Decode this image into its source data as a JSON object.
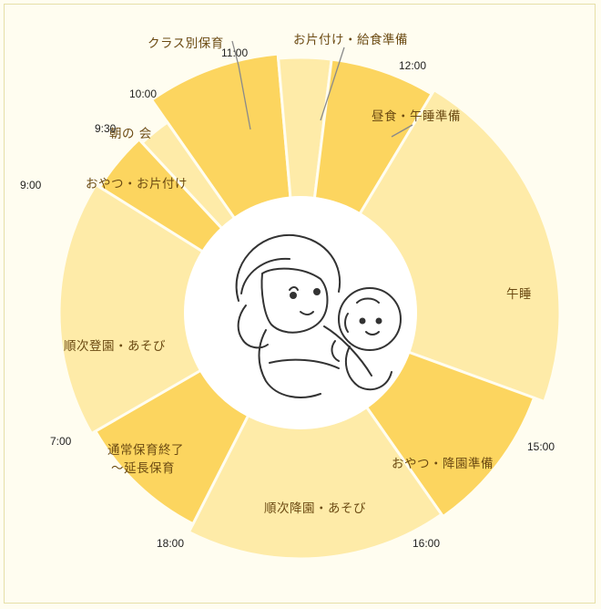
{
  "colors": {
    "dark": "#fcd55f",
    "light": "#feeba8",
    "divider": "#fffdf0",
    "leader": "#8a8a8a",
    "background": "#fffdf0",
    "center": "#ffffff"
  },
  "illustration": {
    "icon": "mother-and-baby-illustration"
  },
  "segments": [
    {
      "id": "class-activity",
      "label": "クラス別保育",
      "tone": "dark"
    },
    {
      "id": "cleanup-lunch-prep",
      "label": "お片付け・給食準備",
      "tone": "light"
    },
    {
      "id": "lunch-nap-prep",
      "label": "昼食・午睡準備",
      "tone": "dark"
    },
    {
      "id": "nap",
      "label": "午睡",
      "tone": "light"
    },
    {
      "id": "snack-departure-prep",
      "label": "おやつ・降園準備",
      "tone": "dark"
    },
    {
      "id": "sequential-departure-play",
      "label": "順次降園・あそび",
      "tone": "light"
    },
    {
      "id": "normal-care-end",
      "label_line1": "通常保育終了",
      "label_line2": "～延長保育",
      "tone": "dark"
    },
    {
      "id": "sequential-arrival-play",
      "label": "順次登園・あそび",
      "tone": "light"
    },
    {
      "id": "snack-cleanup",
      "label": "おやつ・お片付け",
      "tone": "dark"
    },
    {
      "id": "morning-meeting",
      "label": "朝の 会",
      "tone": "light"
    }
  ],
  "times": {
    "t0700": "7:00",
    "t0900": "9:00",
    "t0930": "9:30",
    "t1000": "10:00",
    "t1100": "11:00",
    "t1200": "12:00",
    "t1500": "15:00",
    "t1600": "16:00",
    "t1800": "18:00"
  }
}
